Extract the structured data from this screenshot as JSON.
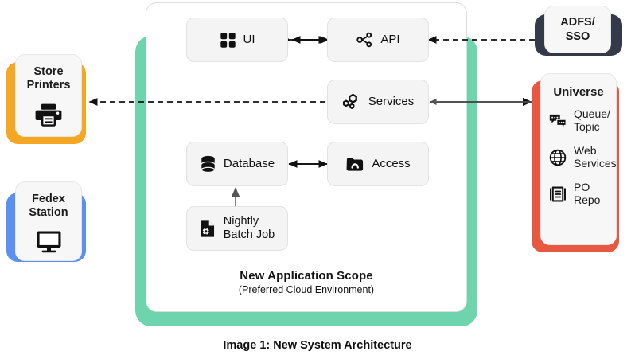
{
  "figure": {
    "caption": "Image 1: New System Architecture"
  },
  "scope": {
    "title": "New Application Scope",
    "subtitle": "(Preferred Cloud Environment)",
    "accent_color": "#6ed4ad",
    "nodes": [
      {
        "id": "ui",
        "label": "UI",
        "icon": "grid-icon"
      },
      {
        "id": "api",
        "label": "API",
        "icon": "share-nodes-icon"
      },
      {
        "id": "services",
        "label": "Services",
        "icon": "hexagons-icon"
      },
      {
        "id": "database",
        "label": "Database",
        "icon": "database-icon"
      },
      {
        "id": "access",
        "label": "Access",
        "icon": "folder-user-icon"
      },
      {
        "id": "batch",
        "label": "Nightly\nBatch Job",
        "icon": "document-gear-icon"
      }
    ]
  },
  "external": {
    "left": [
      {
        "id": "store-printers",
        "label": "Store\nPrinters",
        "icon": "printer-icon",
        "accent_color": "#f5a623"
      },
      {
        "id": "fedex-station",
        "label": "Fedex\nStation",
        "icon": "monitor-icon",
        "accent_color": "#5b8ff0"
      }
    ],
    "right": [
      {
        "id": "adfs-sso",
        "label": "ADFS/\nSSO",
        "accent_color": "#343a4a"
      }
    ]
  },
  "universe": {
    "title": "Universe",
    "accent_color": "#e8573f",
    "items": [
      {
        "id": "queue-topic",
        "label": "Queue/\nTopic",
        "icon": "chat-bubbles-icon"
      },
      {
        "id": "web-services",
        "label": "Web\nServices",
        "icon": "globe-icon"
      },
      {
        "id": "po-repo",
        "label": "PO\nRepo",
        "icon": "list-document-icon"
      }
    ]
  },
  "edges": [
    {
      "id": "ui-api",
      "from": "ui",
      "to": "api",
      "style": "solid",
      "arrows": "both"
    },
    {
      "id": "adfs-api",
      "from": "adfs-sso",
      "to": "api",
      "style": "dashed",
      "arrows": "to"
    },
    {
      "id": "universe-services",
      "from": "universe",
      "to": "services",
      "style": "solid",
      "arrows": "both"
    },
    {
      "id": "services-printers",
      "from": "services",
      "to": "store-printers",
      "style": "dashed",
      "arrows": "to"
    },
    {
      "id": "database-access",
      "from": "database",
      "to": "access",
      "style": "solid",
      "arrows": "both"
    },
    {
      "id": "batch-database",
      "from": "batch",
      "to": "database",
      "style": "solid",
      "arrows": "to"
    }
  ]
}
